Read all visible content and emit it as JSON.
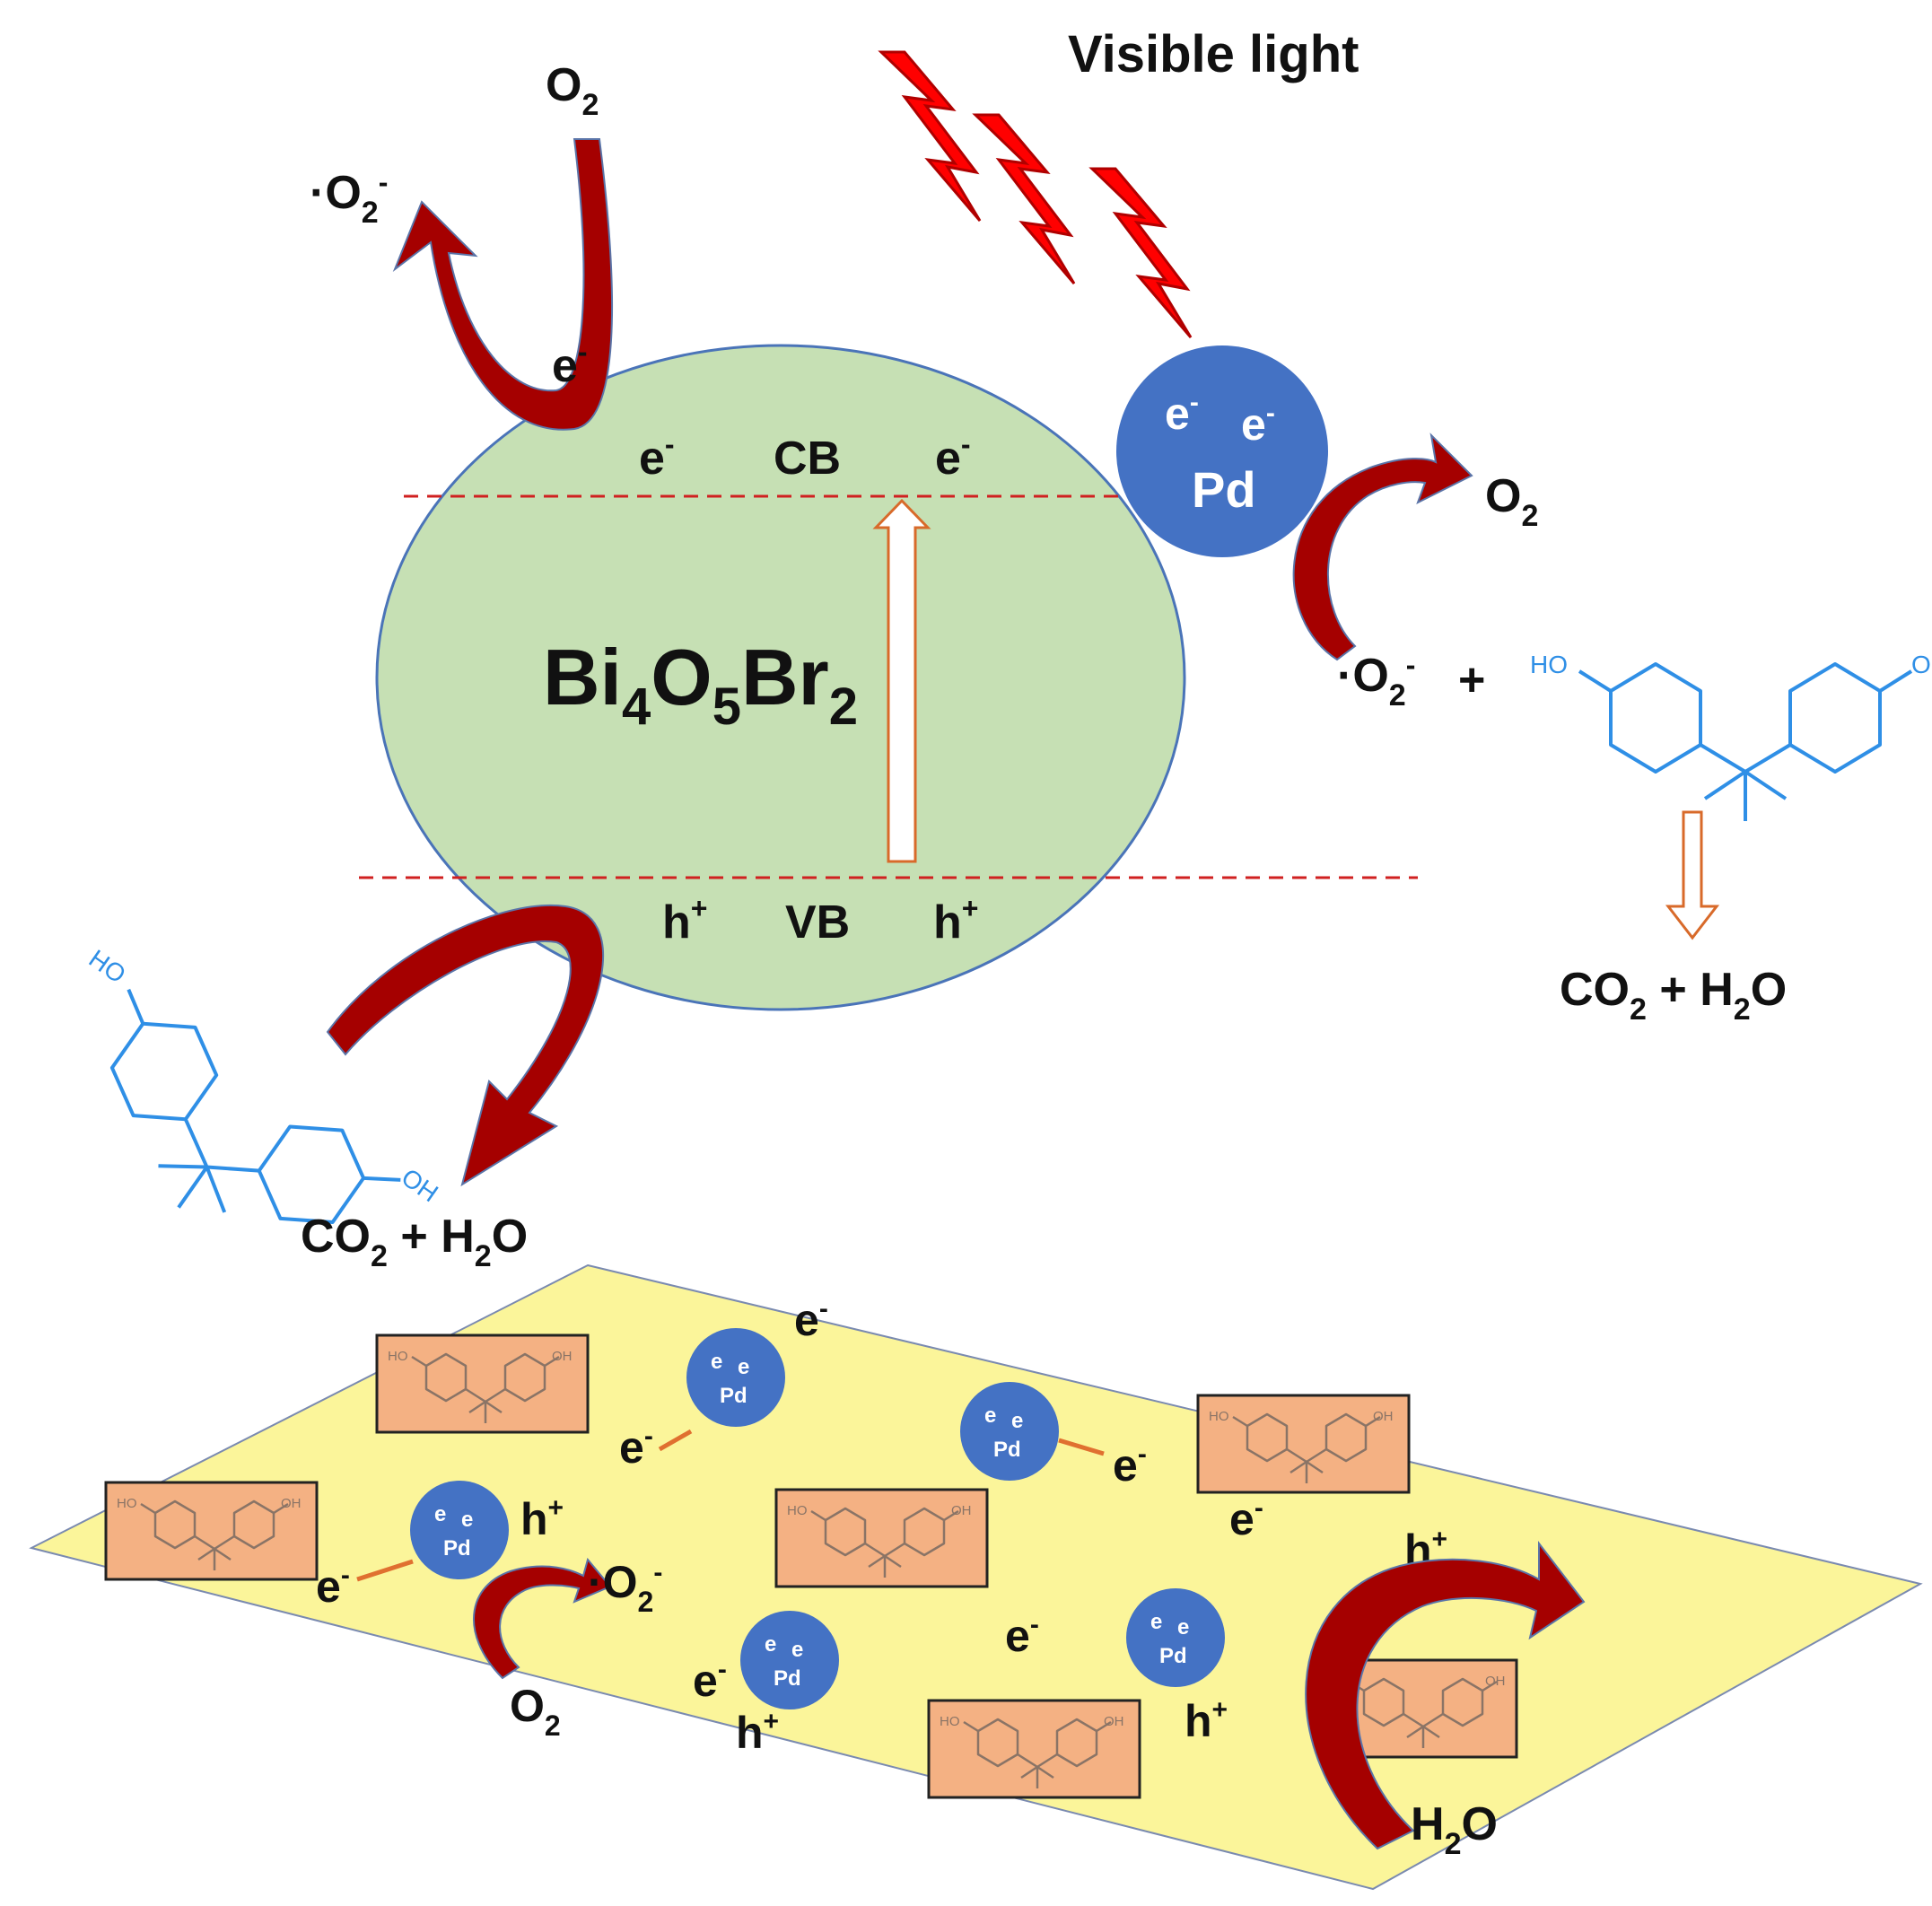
{
  "light": {
    "label": "Visible light"
  },
  "particle": {
    "formula_main": "Bi",
    "sub1": "4",
    "mid": "O",
    "sub2": "5",
    "end": "Br",
    "sub3": "2",
    "cb_label": "CB",
    "vb_label": "VB",
    "electron": "e",
    "electron_sup": "-",
    "hole": "h",
    "hole_sup": "+"
  },
  "pd": {
    "label": "Pd"
  },
  "species": {
    "o2": "O",
    "two": "2",
    "superoxide_dot": "·O",
    "minus": "-",
    "plus": "+",
    "co2": "CO",
    "h2o_h": "H",
    "h2o_o": "O",
    "h2o_full_h": "H",
    "h2o_sub": "2",
    "h2o_o_end": "O"
  },
  "bpa": {
    "ho": "HO",
    "oh": "OH"
  },
  "colors": {
    "particle_fill": "#c6e0b4",
    "particle_stroke": "#4a74b8",
    "pd_fill": "#4472c4",
    "arrow_red": "#a50000",
    "bolt_red": "#ff0000",
    "sheet_yellow": "#fbf59a",
    "box_orange": "#f4b183",
    "band_line": "#d02020",
    "bpa_blue": "#2f8fe6"
  }
}
